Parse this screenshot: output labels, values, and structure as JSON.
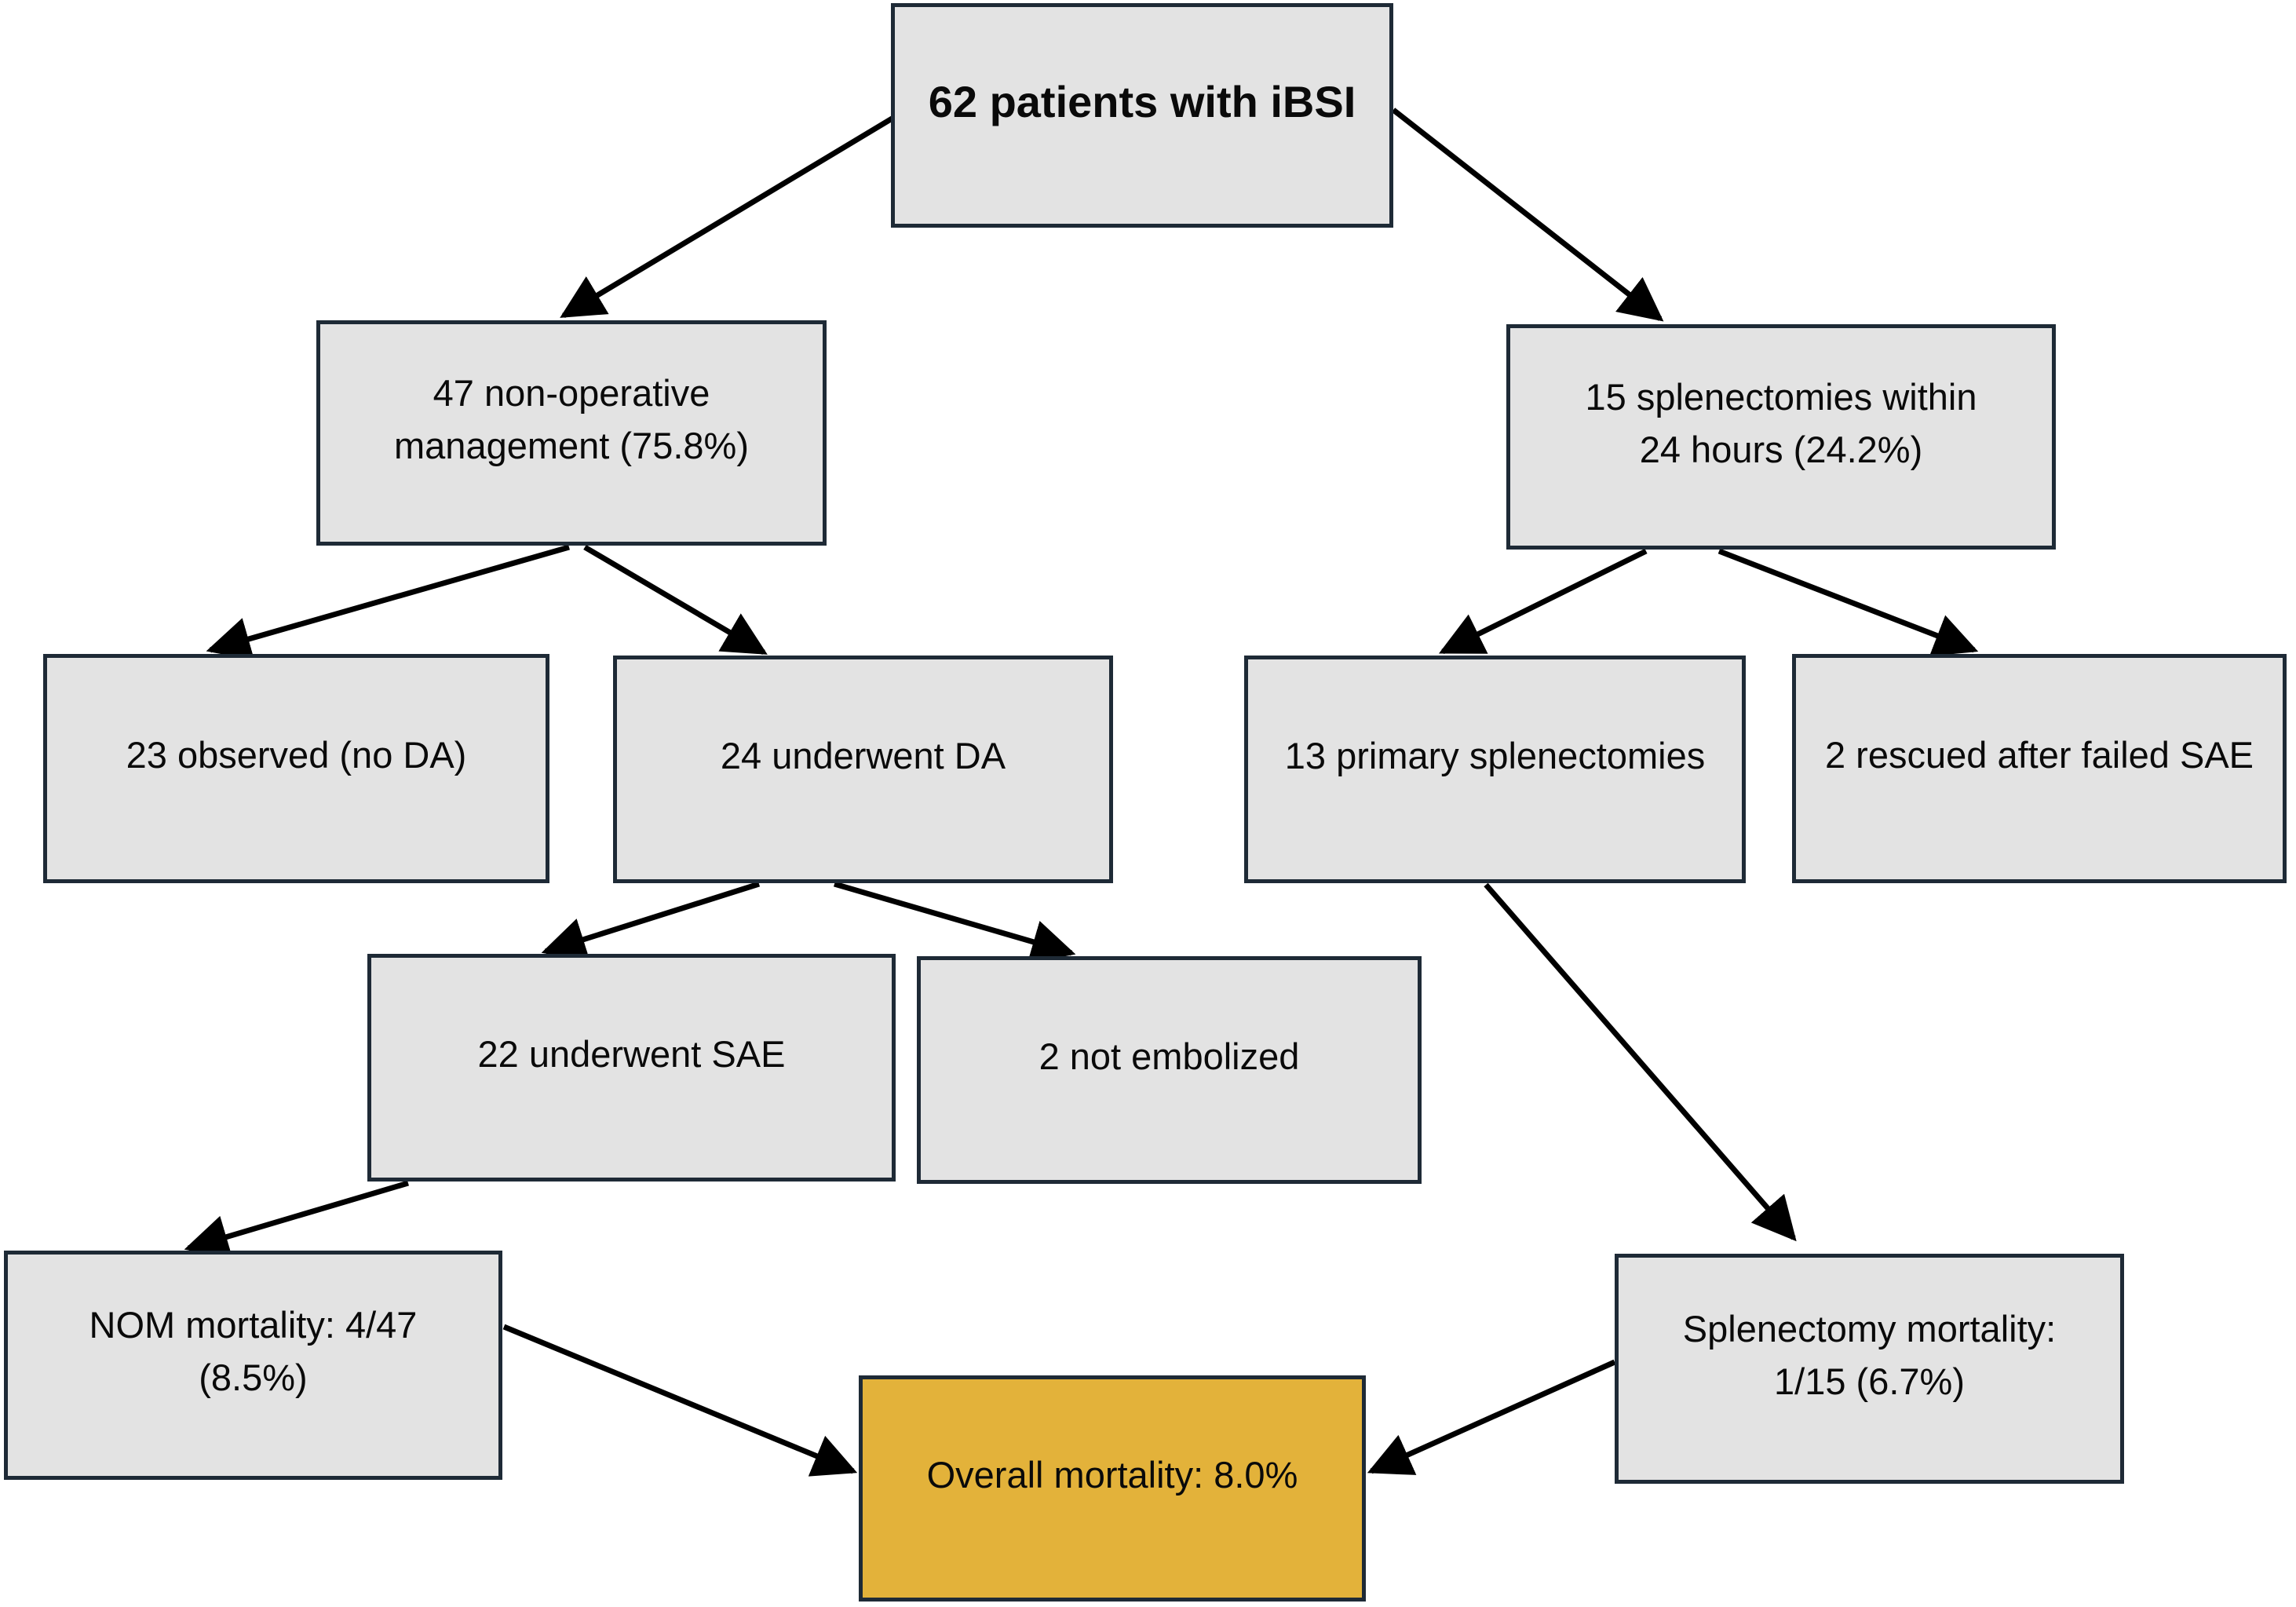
{
  "figure": {
    "type": "flowchart",
    "colors": {
      "node_fill": "#e3e3e3",
      "node_border": "#1e2a36",
      "highlight_fill": "#e3b23a",
      "arrow": "#000000",
      "background": "#ffffff",
      "text": "#0a0a0a"
    },
    "nodes": {
      "root": {
        "label": "62 patients with iBSI"
      },
      "nom": {
        "label": "47 non-operative\nmanagement (75.8%)"
      },
      "splenectomies": {
        "label": "15 splenectomies within\n24 hours (24.2%)"
      },
      "observed": {
        "label": "23 observed (no DA)"
      },
      "da": {
        "label": "24 underwent DA"
      },
      "primary_splenectomies": {
        "label": "13 primary splenectomies"
      },
      "rescued": {
        "label": "2 rescued after failed SAE"
      },
      "sae": {
        "label": "22 underwent SAE"
      },
      "not_embolized": {
        "label": "2 not embolized"
      },
      "nom_mortality": {
        "label": "NOM mortality: 4/47\n(8.5%)"
      },
      "splenectomy_mortality": {
        "label": "Splenectomy mortality:\n1/15 (6.7%)"
      },
      "overall_mortality": {
        "label": "Overall mortality: 8.0%"
      }
    },
    "edges": [
      {
        "from": "root",
        "to": "nom"
      },
      {
        "from": "root",
        "to": "splenectomies"
      },
      {
        "from": "nom",
        "to": "observed"
      },
      {
        "from": "nom",
        "to": "da"
      },
      {
        "from": "splenectomies",
        "to": "primary_splenectomies"
      },
      {
        "from": "splenectomies",
        "to": "rescued"
      },
      {
        "from": "da",
        "to": "sae"
      },
      {
        "from": "da",
        "to": "not_embolized"
      },
      {
        "from": "sae",
        "to": "nom_mortality"
      },
      {
        "from": "primary_splenectomies",
        "to": "splenectomy_mortality"
      },
      {
        "from": "nom_mortality",
        "to": "overall_mortality"
      },
      {
        "from": "splenectomy_mortality",
        "to": "overall_mortality"
      }
    ]
  }
}
